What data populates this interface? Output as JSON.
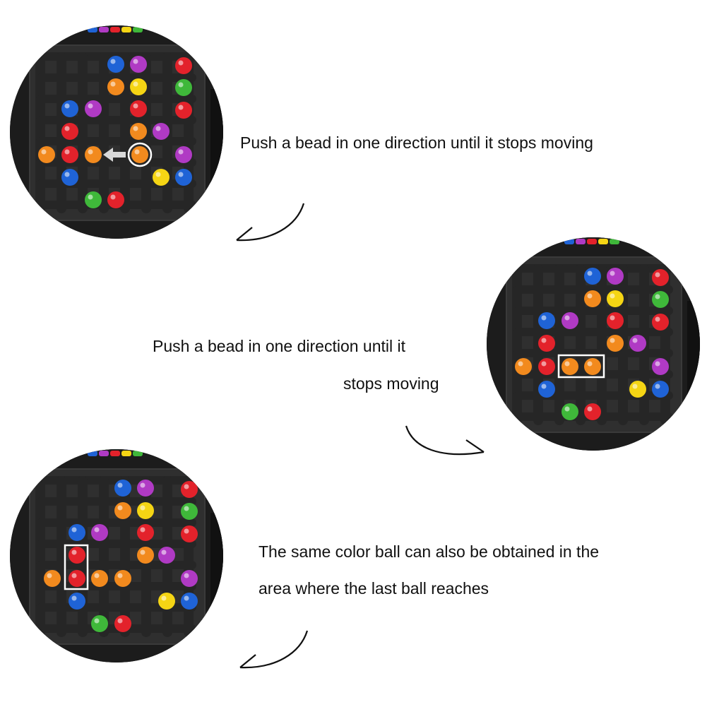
{
  "captions": {
    "step1": "Push a bead in one direction until it stops moving",
    "step2_line1": "Push a bead in one direction until it",
    "step2_line2": "stops moving",
    "step3_line1": "The same color ball can also be obtained in the",
    "step3_line2": "area where the last ball reaches"
  },
  "colors": {
    "red": "#e3222b",
    "orange": "#f28a1e",
    "yellow": "#f5d514",
    "green": "#3fb83a",
    "blue": "#1f63d6",
    "purple": "#b03ac4",
    "board": "#2a2a2a",
    "highlight": "#ffffff"
  },
  "icons": [
    "curved-arrow-icon",
    "push-direction-arrow-icon"
  ]
}
